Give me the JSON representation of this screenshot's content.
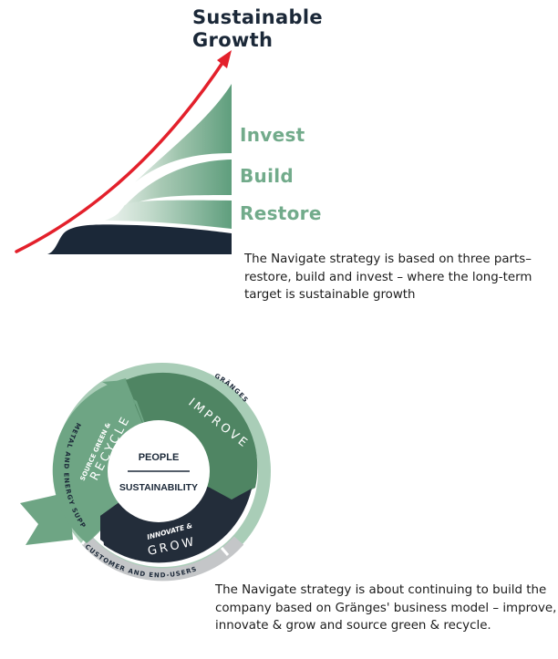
{
  "growth_diagram": {
    "title_line1": "Sustainable",
    "title_line2": "Growth",
    "phases": [
      {
        "label": "Invest"
      },
      {
        "label": "Build"
      },
      {
        "label": "Restore"
      }
    ],
    "caption": "The Navigate strategy is based on three parts– restore, build and invest – where the long-term target is sustainable growth",
    "colors": {
      "arrow": "#e3202b",
      "base": "#1b2838",
      "green": "#5f9e7d",
      "label": "#72ab8b"
    }
  },
  "business_model": {
    "core": {
      "top": "PEOPLE",
      "bottom": "SUSTAINABILITY"
    },
    "segments": [
      {
        "line1": "IMPROVE",
        "line2": ""
      },
      {
        "line1": "INNOVATE &",
        "line2": "GROW"
      },
      {
        "line1": "SOURCE GREEN &",
        "line2": "RECYCLE"
      }
    ],
    "ring_labels": {
      "top_right": "GRÄNGES",
      "left": "METAL AND ENERGY SUPPLIERS",
      "bottom": "CUSTOMER AND END-USERS"
    },
    "caption": "The Navigate strategy is about continuing to build the company based on Gränges' business model – improve, innovate & grow and source green & recycle.",
    "colors": {
      "improve": "#4f8563",
      "grow": "#232d3a",
      "recycle": "#6ea584",
      "ring": "#a9cdb7",
      "ring_bottom": "#c4c6c8"
    }
  }
}
